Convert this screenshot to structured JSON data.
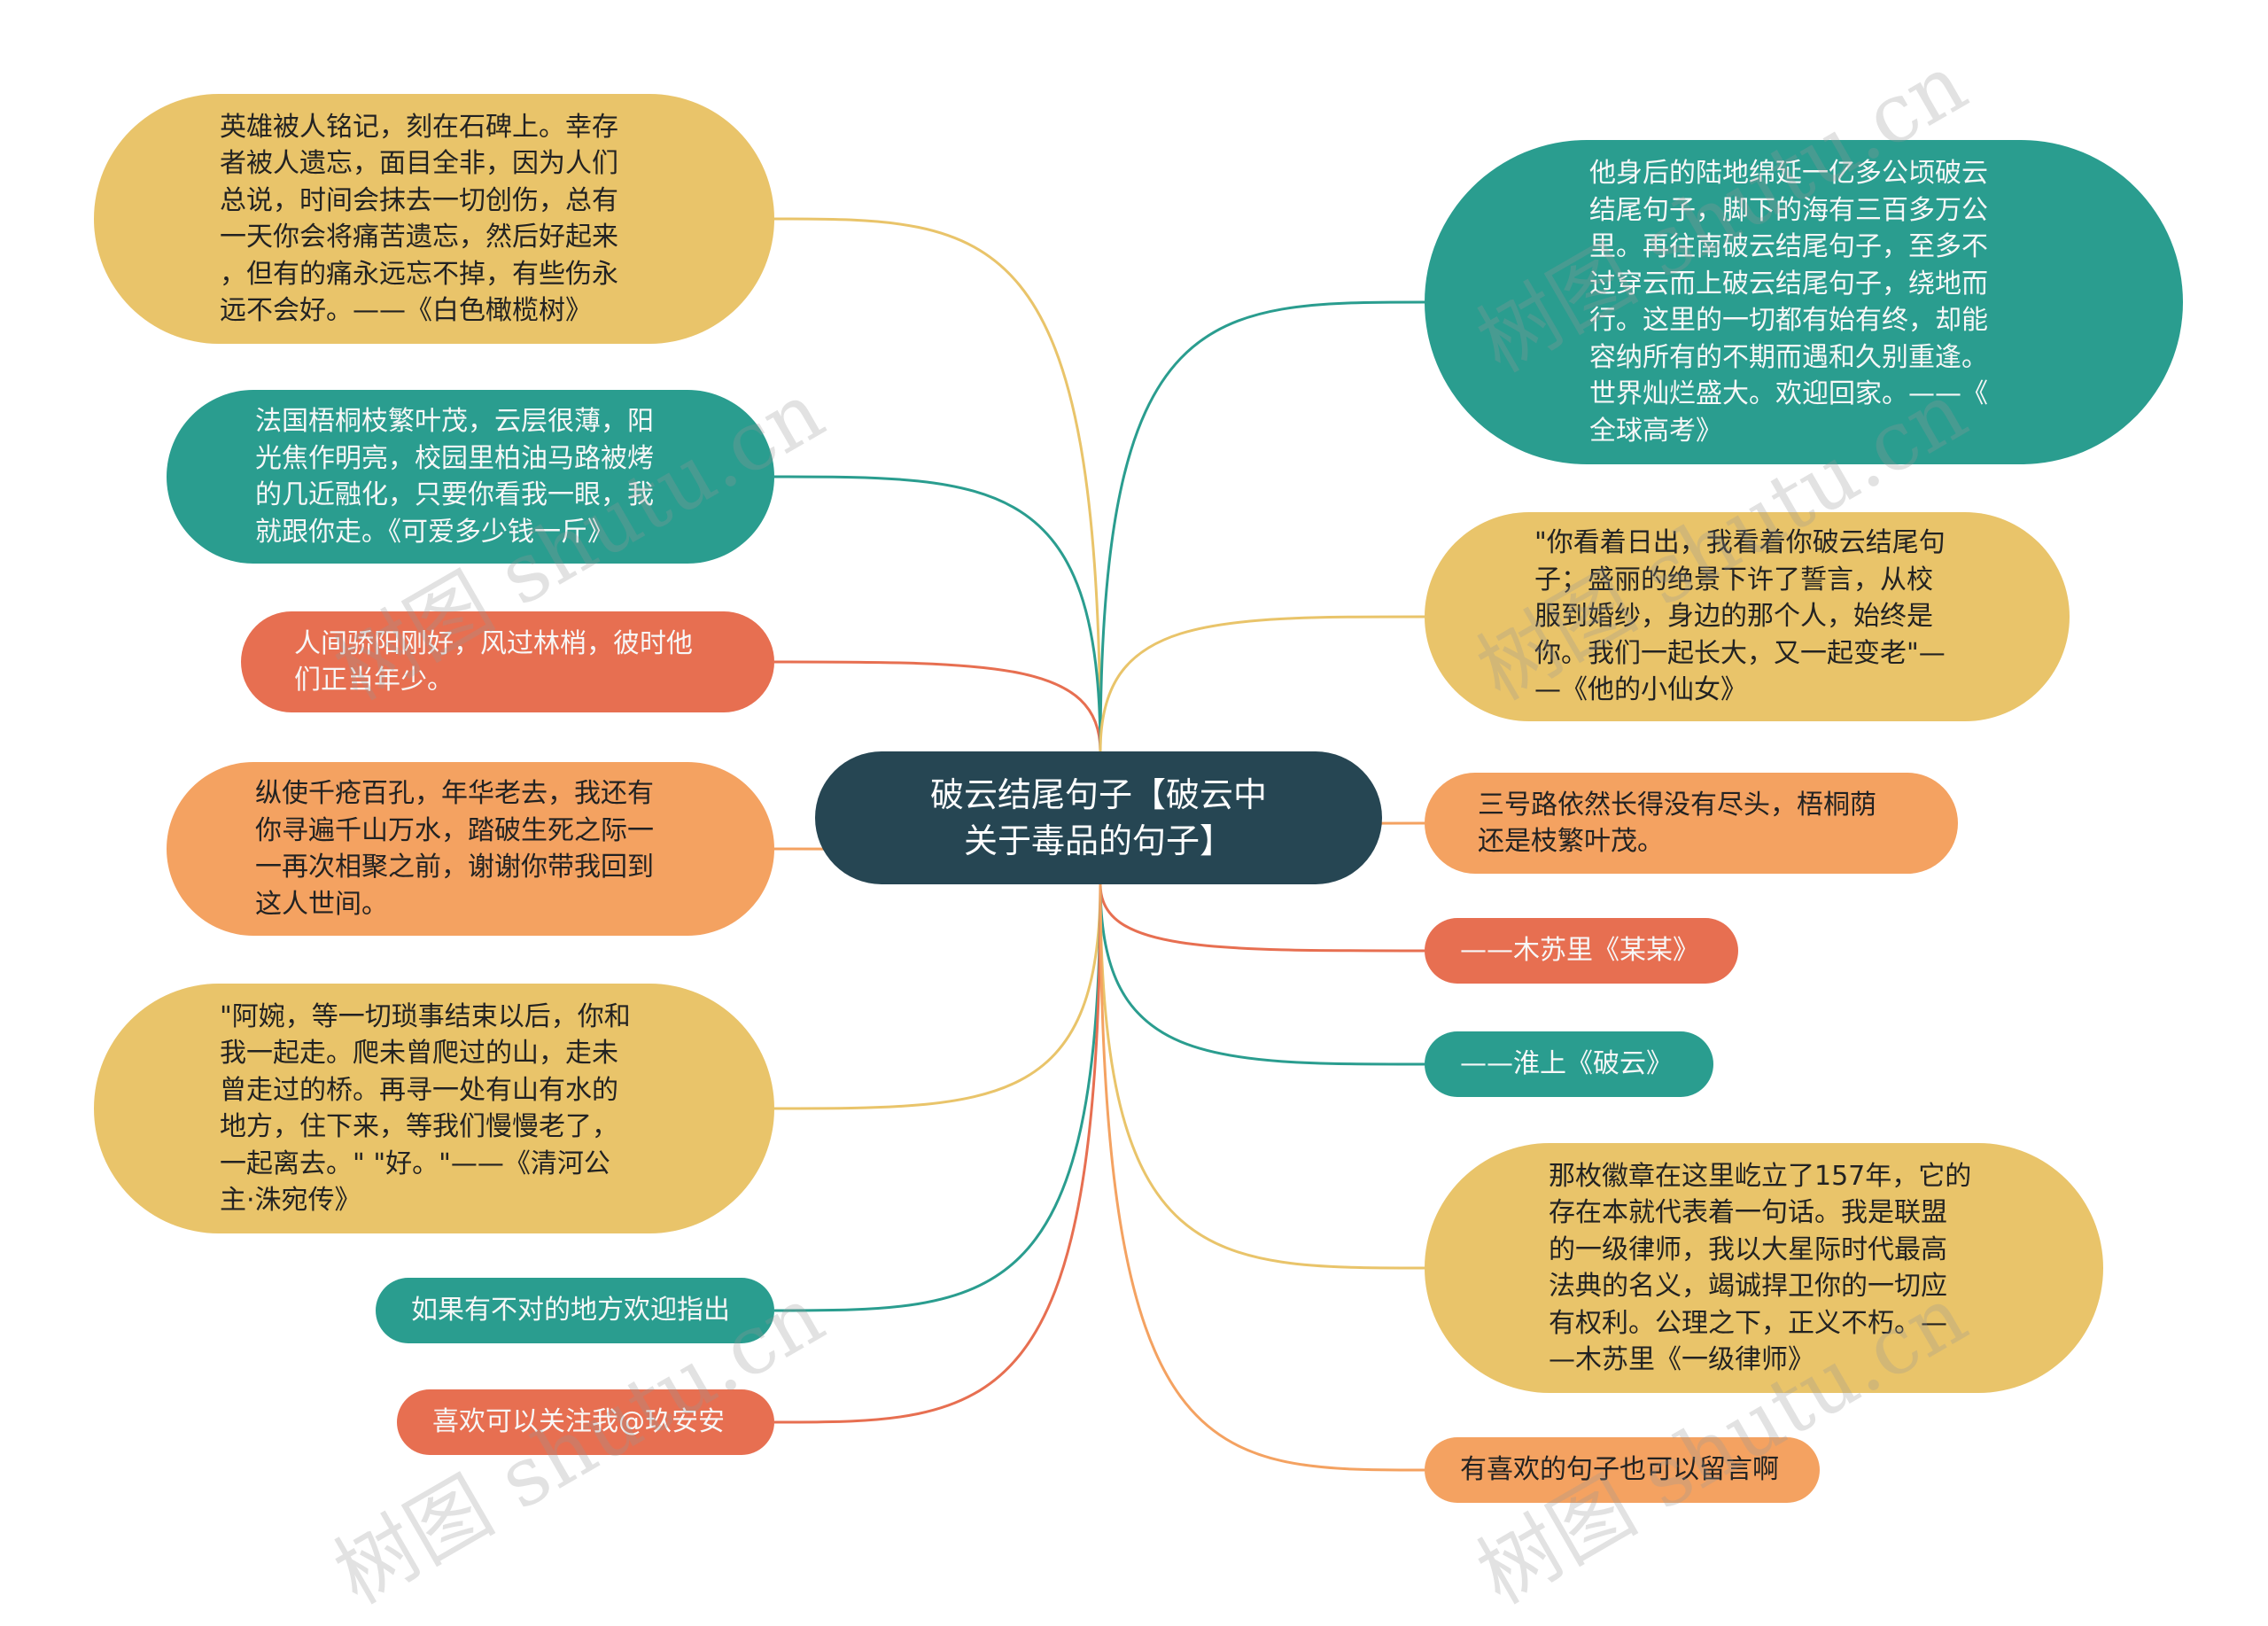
{
  "colors": {
    "central": "#264653",
    "yellow": "#e9c46a",
    "teal": "#2a9d8f",
    "red": "#e76f51",
    "orange": "#f4a261"
  },
  "central": {
    "text": "破云结尾句子【破云中关于毒品的句子】"
  },
  "left_nodes": [
    {
      "lines": [
        "英雄被人铭记，刻在石碑上。幸存",
        "者被人遗忘，面目全非，因为人们",
        "总说，时间会抹去一切创伤，总有",
        "一天你会将痛苦遗忘，然后好起来",
        "，但有的痛永远忘不掉，有些伤永",
        "远不会好。——《白色橄榄树》"
      ],
      "color": "yellow"
    },
    {
      "lines": [
        "法国梧桐枝繁叶茂，云层很薄，阳",
        "光焦作明亮，校园里柏油马路被烤",
        "的几近融化，只要你看我一眼，我",
        "就跟你走。《可爱多少钱一斤》"
      ],
      "color": "teal"
    },
    {
      "lines": [
        "人间骄阳刚好，风过林梢，彼时他",
        "们正当年少。"
      ],
      "color": "red"
    },
    {
      "lines": [
        "纵使千疮百孔，年华老去，我还有",
        "你寻遍千山万水，踏破生死之际一",
        "一再次相聚之前，谢谢你带我回到",
        "这人世间。"
      ],
      "color": "orange"
    },
    {
      "lines": [
        "\"阿婉，等一切琐事结束以后，你和",
        "我一起走。爬未曾爬过的山，走未",
        "曾走过的桥。再寻一处有山有水的",
        "地方，住下来，等我们慢慢老了，",
        "一起离去。\" \"好。\"——《清河公",
        "主·洙宛传》"
      ],
      "color": "yellow"
    },
    {
      "lines": [
        "如果有不对的地方欢迎指出"
      ],
      "color": "teal"
    },
    {
      "lines": [
        "喜欢可以关注我@玖安安"
      ],
      "color": "red"
    }
  ],
  "right_nodes": [
    {
      "lines": [
        "他身后的陆地绵延一亿多公顷破云",
        "结尾句子，脚下的海有三百多万公",
        "里。再往南破云结尾句子，至多不",
        "过穿云而上破云结尾句子，绕地而",
        "行。这里的一切都有始有终，却能",
        "容纳所有的不期而遇和久别重逢。",
        "世界灿烂盛大。欢迎回家。——《",
        "全球高考》"
      ],
      "color": "teal"
    },
    {
      "lines": [
        "\"你看着日出，我看着你破云结尾句",
        "子；盛丽的绝景下许了誓言，从校",
        "服到婚纱，身边的那个人，始终是",
        "你。我们一起长大，又一起变老\"—",
        "—《他的小仙女》"
      ],
      "color": "yellow"
    },
    {
      "lines": [
        "三号路依然长得没有尽头，梧桐荫",
        "还是枝繁叶茂。"
      ],
      "color": "orange"
    },
    {
      "lines": [
        "——木苏里《某某》"
      ],
      "color": "red"
    },
    {
      "lines": [
        "——淮上《破云》"
      ],
      "color": "teal"
    },
    {
      "lines": [
        "那枚徽章在这里屹立了157年，它的",
        "存在本就代表着一句话。我是联盟",
        "的一级律师，我以大星际时代最高",
        "法典的名义，竭诚捍卫你的一切应",
        "有权利。公理之下，正义不朽。—",
        "—木苏里《一级律师》"
      ],
      "color": "yellow"
    },
    {
      "lines": [
        "有喜欢的句子也可以留言啊"
      ],
      "color": "orange"
    }
  ],
  "watermarks": [
    "树图 shutu.cn",
    "树图 shutu.cn",
    "树图 shutu.cn",
    "树图 shutu.cn",
    "树图 shutu.cn"
  ]
}
